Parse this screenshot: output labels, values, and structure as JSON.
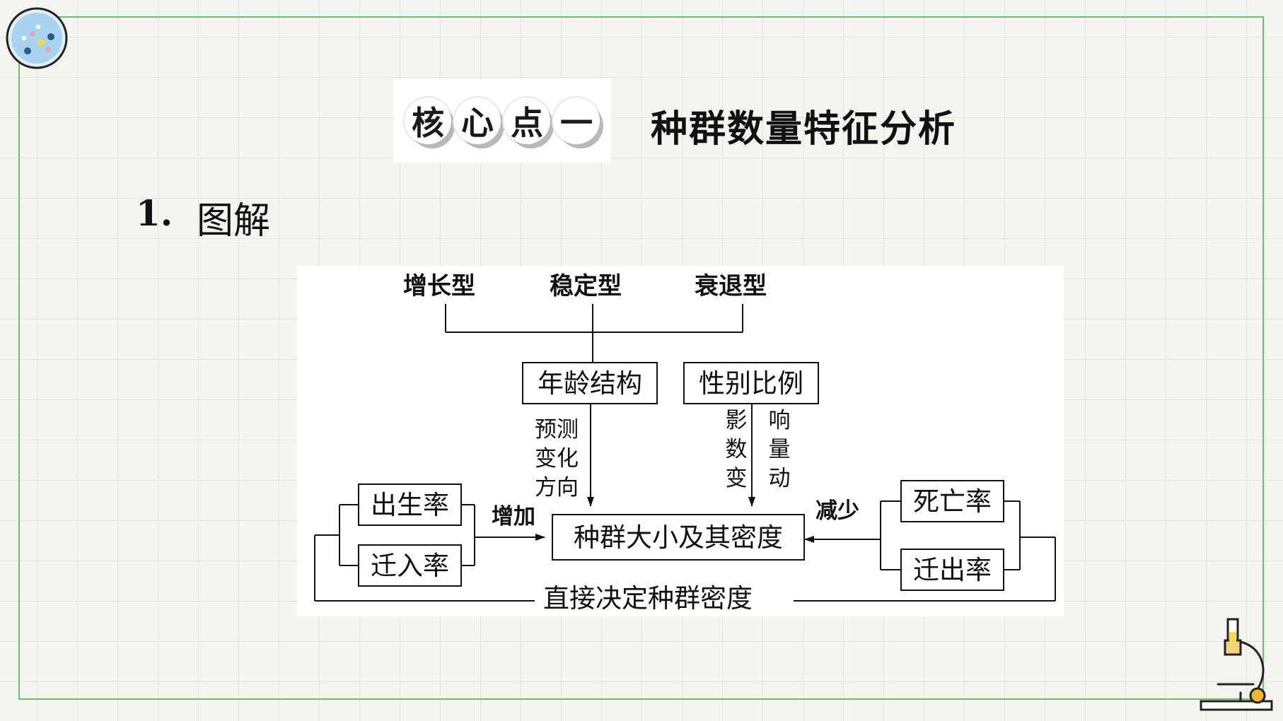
{
  "header": {
    "badge_chars": [
      "核",
      "心",
      "点",
      "一"
    ],
    "title": "种群数量特征分析"
  },
  "section": {
    "number": "1.",
    "label": "图解"
  },
  "diagram": {
    "age_types": [
      "增长型",
      "稳定型",
      "衰退型"
    ],
    "age_structure": "年龄结构",
    "sex_ratio": "性别比例",
    "predict_label": [
      "预测",
      "变化",
      "方向"
    ],
    "affect_label_left": "影数变",
    "affect_label_right": "响量动",
    "center": "种群大小及其密度",
    "birth_rate": "出生率",
    "immigration_rate": "迁入率",
    "increase": "增加",
    "death_rate": "死亡率",
    "emigration_rate": "迁出率",
    "decrease": "减少",
    "direct_determine": "直接决定种群密度"
  },
  "icons": {
    "logo": "dots-circle-logo-icon",
    "decoration": "microscope-icon"
  }
}
